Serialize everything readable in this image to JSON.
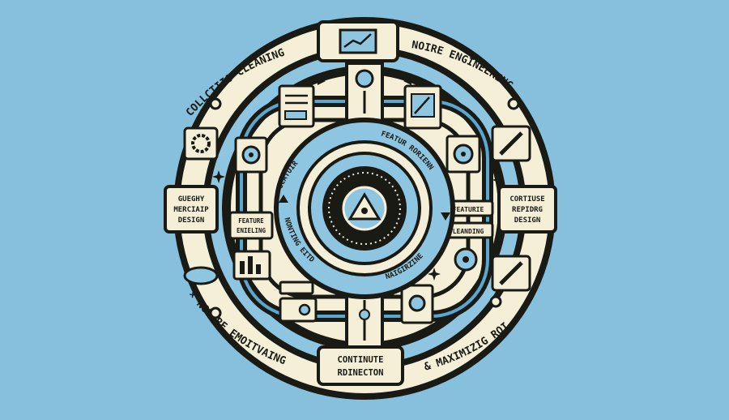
{
  "colors": {
    "background": "#86c0dc",
    "dark": "#1a1a14",
    "cream": "#f5efd8",
    "light_blue": "#8ec6e2",
    "mid_blue": "#5aa7cf"
  },
  "outer_ring": {
    "top_left": "COLLCTIIO CLEANING",
    "top_right": "NOIRE ENGINEERING",
    "bottom_left": "× NOUIRE EMOITVAING",
    "bottom_right": "& MAXIMIZIG ROI"
  },
  "side_boxes": {
    "left": [
      "GUEGHY",
      "MERCIAIP",
      "DESIGN"
    ],
    "right": [
      "CORTIUSE",
      "REPIDRG",
      "DESIGN"
    ],
    "bottom": [
      "CONTINUTE",
      "RDINECTON"
    ]
  },
  "inner_labels": {
    "left_feature": [
      "FEATURE",
      "ENIELING"
    ],
    "right_feature": "FEATURIE",
    "right_leanding": "LEANDING"
  },
  "center_ring": {
    "top_left": "GCATUIR",
    "top_right": "FEATUR RORIENN",
    "bottom_left": "NONTING EITD",
    "bottom_right": "NAIGIRZINE"
  },
  "icons": [
    "monitor-chart-icon",
    "document-icon",
    "gear-icon",
    "person-icon",
    "bar-chart-icon",
    "wrench-icon",
    "cloud-icon",
    "certificate-icon",
    "sparkle-icon",
    "gear-document-icon"
  ]
}
